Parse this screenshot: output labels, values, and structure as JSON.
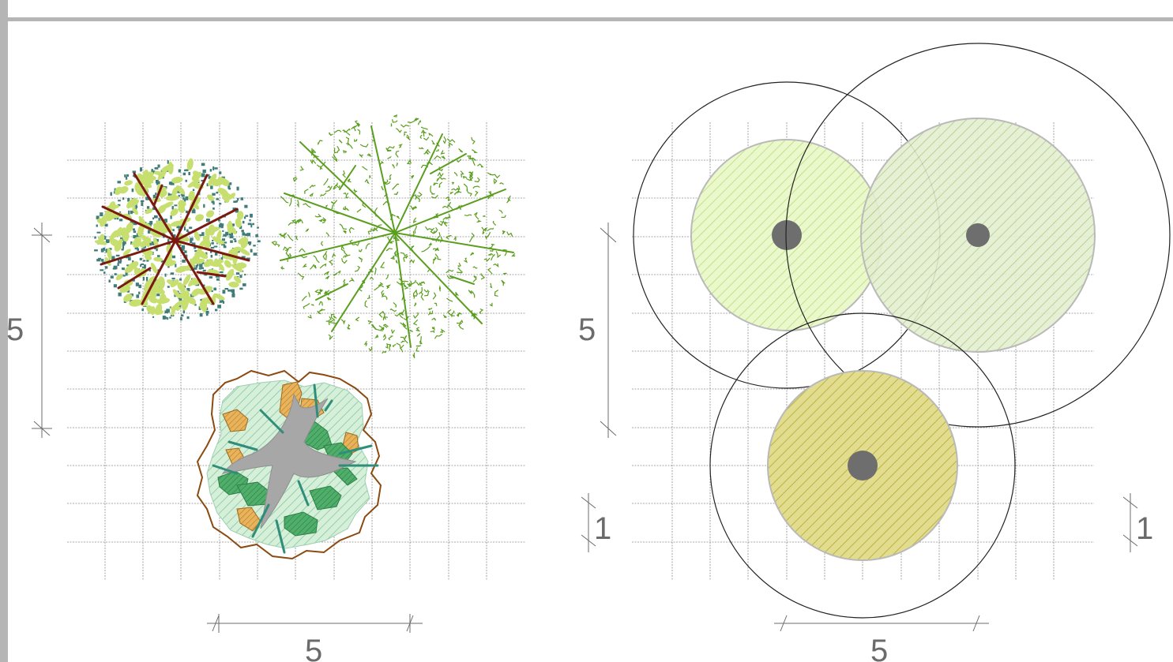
{
  "left_panel": {
    "dimension_vertical": "5",
    "dimension_horizontal": "5"
  },
  "right_panel": {
    "dimension_vertical": "5",
    "dimension_horizontal": "5",
    "dimension_small_left": "1",
    "dimension_small_right": "1"
  },
  "colors": {
    "grid": "#8c8c8c",
    "dimension": "#6b6b6b",
    "frame": "#b5b5b5",
    "tree_teal": "#3f7d78",
    "tree_lime": "#c6df6e",
    "tree_bark": "#7a1a10",
    "tree_green": "#5a9e1e",
    "canopy_light": "#d9f2a8",
    "canopy_mid": "#cfe3a8",
    "canopy_olive": "#d8d070",
    "trunk": "#6e6e6e"
  }
}
